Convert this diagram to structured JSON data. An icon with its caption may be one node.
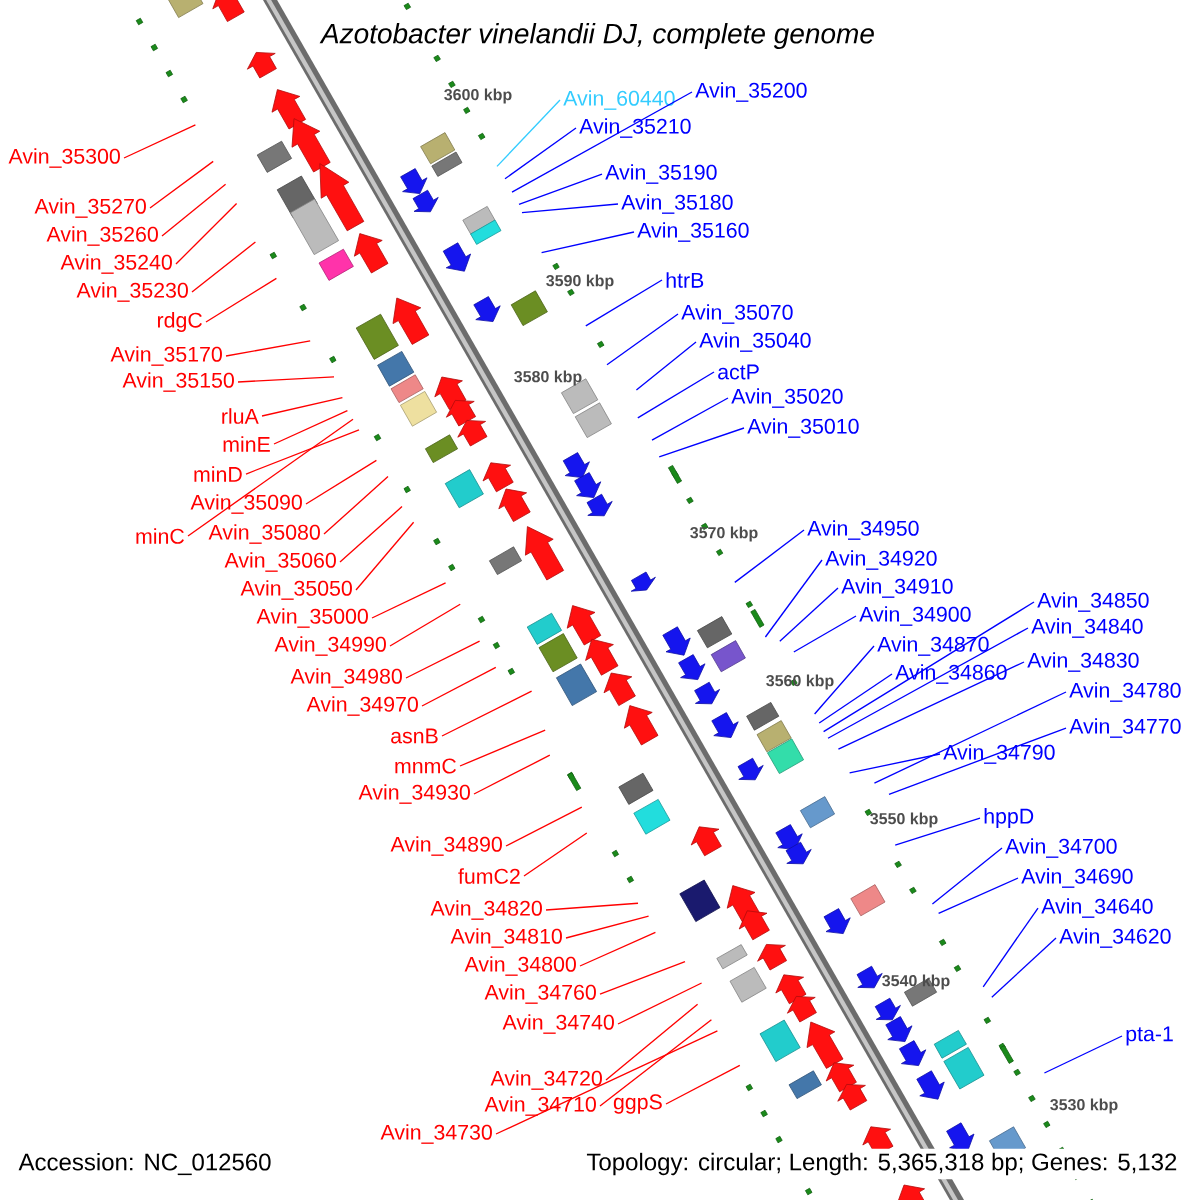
{
  "diagram": {
    "title": "Azotobacter vinelandii DJ, complete genome",
    "nodes": [
      {
        "text": [
          "Avin_35300"
        ]
      },
      {
        "text": [
          "Avin_35270"
        ]
      },
      {
        "text": [
          "Avin_35260"
        ]
      },
      {
        "text": [
          "Avin_35240"
        ]
      },
      {
        "text": [
          "Avin_35230"
        ]
      },
      {
        "text": [
          "rdgC"
        ]
      },
      {
        "text": [
          "Avin_35170"
        ]
      },
      {
        "text": [
          "Avin_35150"
        ]
      },
      {
        "text": [
          "rluA"
        ]
      },
      {
        "text": [
          "minE"
        ]
      },
      {
        "text": [
          "minD"
        ]
      },
      {
        "text": [
          "Avin_35090"
        ]
      },
      {
        "text": [
          "minC"
        ]
      },
      {
        "text": [
          "Avin_35080"
        ]
      },
      {
        "text": [
          "Avin_35060"
        ]
      },
      {
        "text": [
          "Avin_35050"
        ]
      },
      {
        "text": [
          "Avin_35000"
        ]
      },
      {
        "text": [
          "Avin_34990"
        ]
      },
      {
        "text": [
          "Avin_34980"
        ]
      },
      {
        "text": [
          "Avin_34970"
        ]
      },
      {
        "text": [
          "asnB"
        ]
      },
      {
        "text": [
          "mnmC"
        ]
      },
      {
        "text": [
          "Avin_34930"
        ]
      },
      {
        "text": [
          "Avin_34890"
        ]
      },
      {
        "text": [
          "fumC2"
        ]
      },
      {
        "text": [
          "Avin_34820"
        ]
      },
      {
        "text": [
          "Avin_34810"
        ]
      },
      {
        "text": [
          "Avin_34800"
        ]
      },
      {
        "text": [
          "Avin_34760"
        ]
      },
      {
        "text": [
          "Avin_34740"
        ]
      },
      {
        "text": [
          "Avin_34720"
        ]
      },
      {
        "text": [
          "Avin_34710"
        ]
      },
      {
        "text": [
          "Avin_34730"
        ]
      },
      {
        "text": [
          "ggpS"
        ]
      },
      {
        "text": [
          "Avin_60440"
        ]
      },
      {
        "text": [
          "Avin_35200"
        ]
      },
      {
        "text": [
          "Avin_35210"
        ]
      },
      {
        "text": [
          "Avin_35190"
        ]
      },
      {
        "text": [
          "Avin_35180"
        ]
      },
      {
        "text": [
          "Avin_35160"
        ]
      },
      {
        "text": [
          "htrB"
        ]
      },
      {
        "text": [
          "Avin_35070"
        ]
      },
      {
        "text": [
          "Avin_35040"
        ]
      },
      {
        "text": [
          "actP"
        ]
      },
      {
        "text": [
          "Avin_35020"
        ]
      },
      {
        "text": [
          "Avin_35010"
        ]
      },
      {
        "text": [
          "Avin_34950"
        ]
      },
      {
        "text": [
          "Avin_34920"
        ]
      },
      {
        "text": [
          "Avin_34910"
        ]
      },
      {
        "text": [
          "Avin_34900"
        ]
      },
      {
        "text": [
          "Avin_34870"
        ]
      },
      {
        "text": [
          "Avin_34860"
        ]
      },
      {
        "text": [
          "Avin_34850"
        ]
      },
      {
        "text": [
          "Avin_34840"
        ]
      },
      {
        "text": [
          "Avin_34830"
        ]
      },
      {
        "text": [
          "Avin_34780"
        ]
      },
      {
        "text": [
          "Avin_34770"
        ]
      },
      {
        "text": [
          "Avin_34790"
        ]
      },
      {
        "text": [
          "hppD"
        ]
      },
      {
        "text": [
          "Avin_34700"
        ]
      },
      {
        "text": [
          "Avin_34690"
        ]
      },
      {
        "text": [
          "Avin_34640"
        ]
      },
      {
        "text": [
          "Avin_34620"
        ]
      },
      {
        "text": [
          "pta-1"
        ]
      }
    ],
    "edges": [
      {
        "from": 0,
        "to": null,
        "arrow": "none"
      },
      {
        "from": 1,
        "to": null,
        "arrow": "none"
      },
      {
        "from": 2,
        "to": null,
        "arrow": "none"
      },
      {
        "from": 3,
        "to": null,
        "arrow": "none"
      },
      {
        "from": 4,
        "to": null,
        "arrow": "none"
      },
      {
        "from": 5,
        "to": null,
        "arrow": "none"
      },
      {
        "from": 6,
        "to": null,
        "arrow": "none"
      },
      {
        "from": 7,
        "to": null,
        "arrow": "none"
      },
      {
        "from": 8,
        "to": null,
        "arrow": "none"
      },
      {
        "from": 9,
        "to": null,
        "arrow": "none"
      },
      {
        "from": 10,
        "to": null,
        "arrow": "none"
      },
      {
        "from": 11,
        "to": null,
        "arrow": "none"
      },
      {
        "from": 12,
        "to": null,
        "arrow": "none"
      },
      {
        "from": 13,
        "to": null,
        "arrow": "none"
      },
      {
        "from": 14,
        "to": null,
        "arrow": "none"
      },
      {
        "from": 15,
        "to": null,
        "arrow": "none"
      },
      {
        "from": 16,
        "to": null,
        "arrow": "none"
      },
      {
        "from": 17,
        "to": null,
        "arrow": "none"
      },
      {
        "from": 18,
        "to": null,
        "arrow": "none"
      },
      {
        "from": 19,
        "to": null,
        "arrow": "none"
      },
      {
        "from": 20,
        "to": null,
        "arrow": "none"
      },
      {
        "from": 21,
        "to": null,
        "arrow": "none"
      },
      {
        "from": 22,
        "to": null,
        "arrow": "none"
      },
      {
        "from": 23,
        "to": null,
        "arrow": "none"
      },
      {
        "from": 24,
        "to": null,
        "arrow": "none"
      },
      {
        "from": 25,
        "to": null,
        "arrow": "none"
      },
      {
        "from": 26,
        "to": null,
        "arrow": "none"
      },
      {
        "from": 27,
        "to": null,
        "arrow": "none"
      },
      {
        "from": 28,
        "to": null,
        "arrow": "none"
      },
      {
        "from": 29,
        "to": null,
        "arrow": "none"
      },
      {
        "from": 30,
        "to": null,
        "arrow": "none"
      },
      {
        "from": 31,
        "to": null,
        "arrow": "none"
      },
      {
        "from": 32,
        "to": null,
        "arrow": "none"
      },
      {
        "from": 33,
        "to": null,
        "arrow": "none"
      },
      {
        "from": 34,
        "to": null,
        "arrow": "none",
        "color": "#33ccff"
      },
      {
        "from": 35,
        "to": null,
        "arrow": "none",
        "color": "#0000ff"
      },
      {
        "from": 36,
        "to": null,
        "arrow": "none",
        "color": "#0000ff"
      },
      {
        "from": 37,
        "to": null,
        "arrow": "none",
        "color": "#0000ff"
      },
      {
        "from": 38,
        "to": null,
        "arrow": "none",
        "color": "#0000ff"
      },
      {
        "from": 39,
        "to": null,
        "arrow": "none",
        "color": "#0000ff"
      },
      {
        "from": 40,
        "to": null,
        "arrow": "none",
        "color": "#0000ff"
      },
      {
        "from": 41,
        "to": null,
        "arrow": "none",
        "color": "#0000ff"
      },
      {
        "from": 42,
        "to": null,
        "arrow": "none",
        "color": "#0000ff"
      },
      {
        "from": 43,
        "to": null,
        "arrow": "none",
        "color": "#0000ff"
      },
      {
        "from": 44,
        "to": null,
        "arrow": "none",
        "color": "#0000ff"
      },
      {
        "from": 45,
        "to": null,
        "arrow": "none",
        "color": "#0000ff"
      },
      {
        "from": 46,
        "to": null,
        "arrow": "none",
        "color": "#0000ff"
      },
      {
        "from": 47,
        "to": null,
        "arrow": "none",
        "color": "#0000ff"
      },
      {
        "from": 48,
        "to": null,
        "arrow": "none",
        "color": "#0000ff"
      },
      {
        "from": 49,
        "to": null,
        "arrow": "none",
        "color": "#0000ff"
      },
      {
        "from": 50,
        "to": null,
        "arrow": "none",
        "color": "#0000ff"
      },
      {
        "from": 51,
        "to": null,
        "arrow": "none",
        "color": "#0000ff"
      },
      {
        "from": 52,
        "to": null,
        "arrow": "none",
        "color": "#0000ff"
      },
      {
        "from": 53,
        "to": null,
        "arrow": "none",
        "color": "#0000ff"
      },
      {
        "from": 54,
        "to": null,
        "arrow": "none",
        "color": "#0000ff"
      },
      {
        "from": 55,
        "to": null,
        "arrow": "none",
        "color": "#0000ff"
      },
      {
        "from": 56,
        "to": null,
        "arrow": "none",
        "color": "#0000ff"
      },
      {
        "from": 57,
        "to": null,
        "arrow": "none",
        "color": "#0000ff"
      },
      {
        "from": 58,
        "to": null,
        "arrow": "none",
        "color": "#0000ff"
      },
      {
        "from": 59,
        "to": null,
        "arrow": "none",
        "color": "#0000ff"
      },
      {
        "from": 60,
        "to": null,
        "arrow": "none",
        "color": "#0000ff"
      },
      {
        "from": 61,
        "to": null,
        "arrow": "none",
        "color": "#0000ff"
      },
      {
        "from": 62,
        "to": null,
        "arrow": "none",
        "color": "#0000ff"
      },
      {
        "from": 63,
        "to": null,
        "arrow": "none",
        "color": "#0000ff"
      }
    ],
    "labels": [
      "3600 kbp",
      "3590 kbp",
      "3580 kbp",
      "3570 kbp",
      "3560 kbp",
      "3550 kbp",
      "3540 kbp",
      "3530 kbp",
      "Accession: NC_012560",
      "Topology: circular; Length: 5,365,318 bp; Genes: 5,132"
    ]
  }
}
